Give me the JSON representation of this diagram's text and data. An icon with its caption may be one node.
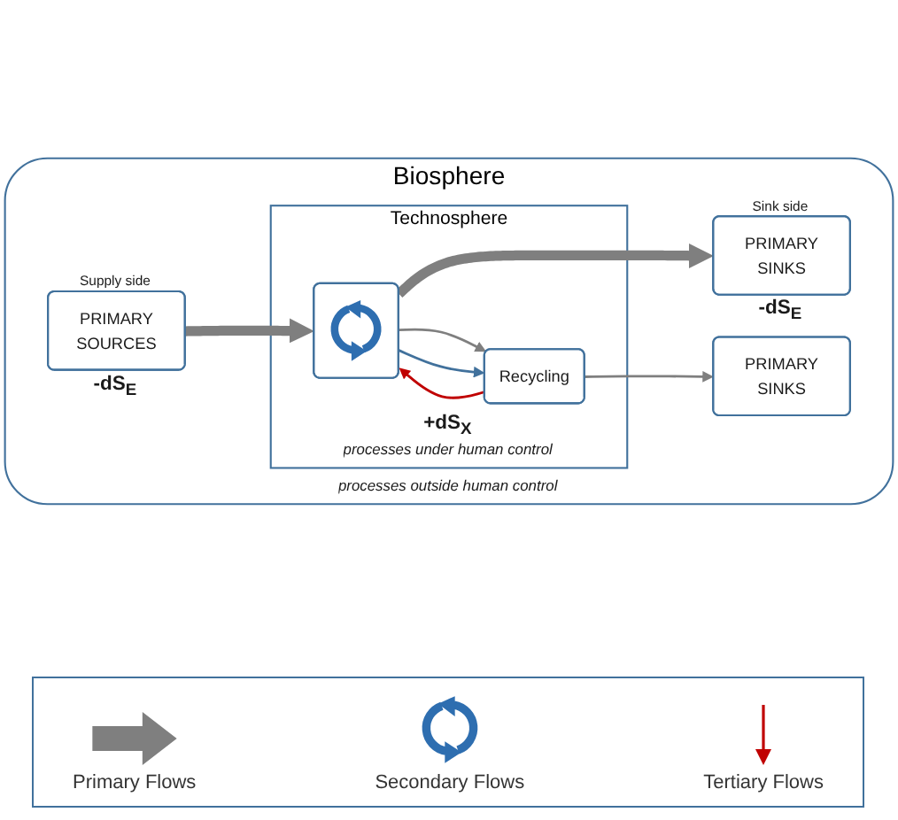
{
  "diagram": {
    "nodes": [
      {
        "text": [
          "Biosphere",
          "processes outside human control"
        ]
      },
      {
        "text": [
          "Technosphere",
          "+dS$_{X}$",
          "processes under human control"
        ],
        "in": 0
      },
      {
        "text": [
          "Recycling"
        ],
        "in": 1
      },
      {
        "text": [
          "PRIMARY SINKS"
        ],
        "in": 0
      },
      {
        "text": [
          "PRIMARY SOURCES"
        ],
        "in": 0,
        "beside": [
          "Supply side",
          "-dS$_{E}$"
        ]
      },
      {
        "text": [],
        "shape": "box",
        "in": 1
      },
      {
        "text": [
          "PRIMARY SINKS"
        ],
        "in": 0,
        "beside": [
          "Sink side",
          "-dS$_{E}$"
        ]
      }
    ],
    "edges": [
      {
        "from": 4,
        "to": 5,
        "arrow": "to",
        "style": "thick"
      },
      {
        "from": 5,
        "to": 6,
        "arrow": "to",
        "style": "thick"
      },
      {
        "from": 5,
        "to": 2,
        "arrow": "to"
      },
      {
        "from": 2,
        "to": 3,
        "arrow": "to"
      },
      {
        "from": 2,
        "to": 5,
        "arrow": "to",
        "color": "#c00000"
      },
      {
        "from": 5,
        "to": 2,
        "arrow": "to",
        "color": "#41719c"
      }
    ],
    "legend": [
      {
        "text": "Primary Flows"
      },
      {
        "text": "Secondary Flows"
      },
      {
        "text": "Tertiary Flows"
      }
    ]
  }
}
